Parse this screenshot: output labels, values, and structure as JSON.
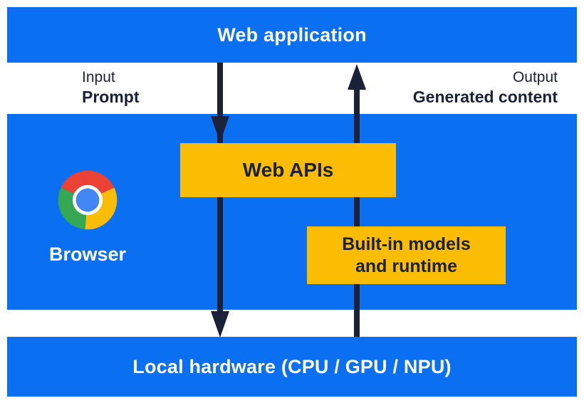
{
  "colors": {
    "blue": "#0b6ff2",
    "box_yellow": "#fbbc04",
    "ink_navy": "#1a2138",
    "text_white": "#ffffff",
    "chrome_red": "#ea4335",
    "chrome_yellow": "#fbbc05",
    "chrome_green": "#34a853",
    "chrome_blue": "#4285f4"
  },
  "top_bar": {
    "label": "Web application"
  },
  "io": {
    "input_title": "Input",
    "input_value": "Prompt",
    "output_title": "Output",
    "output_value": "Generated content"
  },
  "browser": {
    "label": "Browser",
    "icon": "chrome-logo"
  },
  "boxes": {
    "web_apis_label": "Web APIs",
    "builtin_line1": "Built-in models",
    "builtin_line2": "and runtime"
  },
  "arrows": {
    "down_arrow": "prompt-flow-down",
    "up_arrow": "generated-content-flow-up"
  },
  "bottom_bar": {
    "label": "Local hardware (CPU / GPU / NPU)"
  }
}
